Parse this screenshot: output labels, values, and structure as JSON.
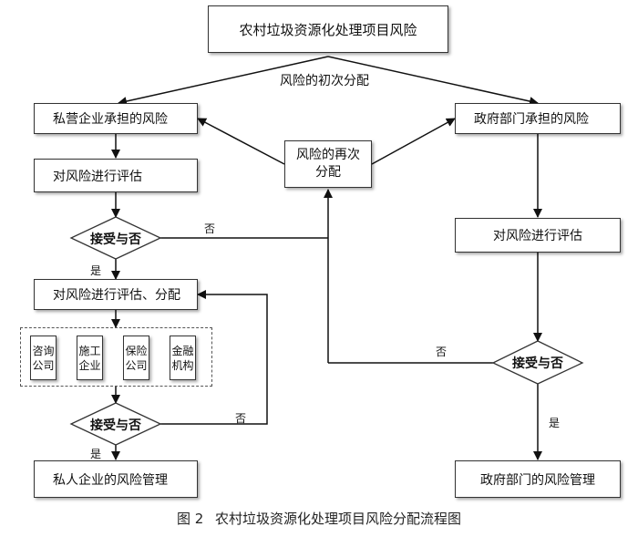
{
  "nodes": {
    "top_title": "农村垃圾资源化处理项目风险",
    "private_risk": "私营企业承担的风险",
    "gov_risk": "政府部门承担的风险",
    "redistribute_line1": "风险的再次",
    "redistribute_line2": "分配",
    "left_evaluate": "对风险进行评估",
    "right_evaluate": "对风险进行评估",
    "left_accept": "接受与否",
    "evaluate_allocate": "对风险进行评估、分配",
    "bottom_accept": "接受与否",
    "right_accept": "接受与否",
    "private_management": "私人企业的风险管理",
    "gov_management": "政府部门的风险管理"
  },
  "institutions": [
    {
      "line1": "咨询",
      "line2": "公司"
    },
    {
      "line1": "施工",
      "line2": "企业"
    },
    {
      "line1": "保险",
      "line2": "公司"
    },
    {
      "line1": "金融",
      "line2": "机构"
    }
  ],
  "edge_labels": {
    "initial_distribution": "风险的初次分配",
    "left_no": "否",
    "left_yes": "是",
    "bottom_no": "否",
    "bottom_yes": "是",
    "right_no": "否",
    "right_yes": "是"
  },
  "caption": {
    "figure_no": "图 2",
    "title": "农村垃圾资源化处理项目风险分配流程图"
  }
}
